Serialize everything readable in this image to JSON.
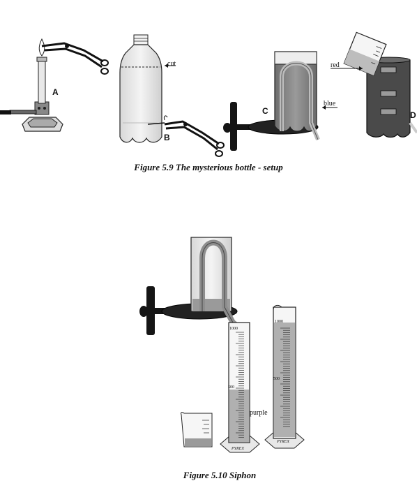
{
  "figure1": {
    "caption": "Figure 5.9 The mysterious bottle - setup",
    "labels": {
      "a": "A",
      "b": "B",
      "c": "C",
      "d": "D"
    },
    "annotations": {
      "cut": "cut",
      "blue": "blue",
      "red": "red"
    }
  },
  "figure2": {
    "caption": "Figure 5.10 Siphon",
    "annotations": {
      "purple": "purple"
    },
    "cylinder_marks": {
      "top": "1000",
      "mid": "500",
      "brand": "PYREX"
    }
  },
  "colors": {
    "liquid_dark": "#5a5a5a",
    "liquid_mid": "#8c8c8c",
    "liquid_light": "#c8c8c8",
    "metal_dark": "#1a1a1a"
  }
}
